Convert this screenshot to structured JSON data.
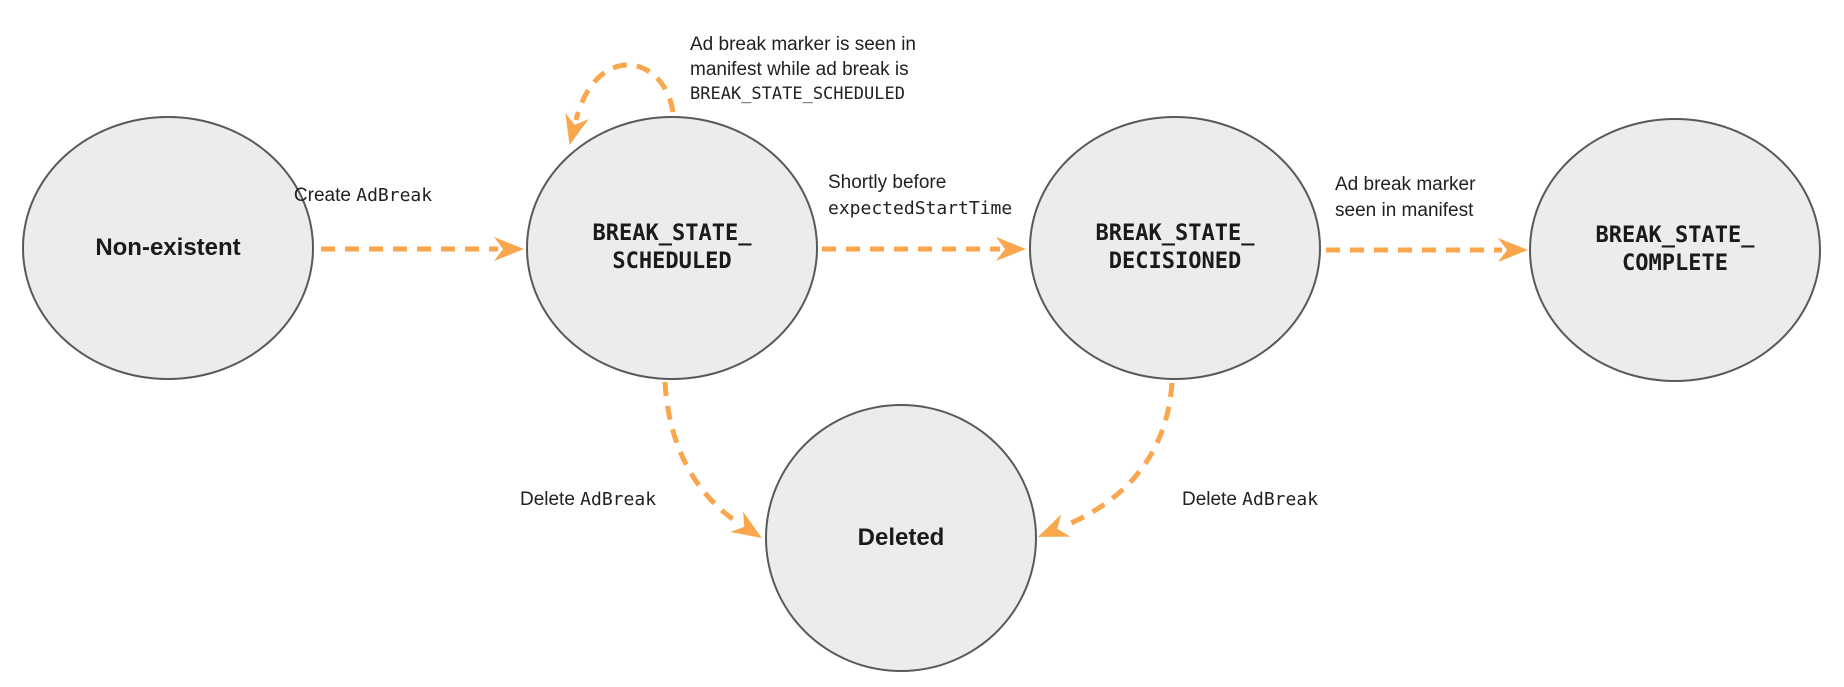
{
  "diagram": {
    "states": {
      "non_existent": {
        "label": "Non-existent"
      },
      "scheduled": {
        "line1": "BREAK_STATE_",
        "line2": "SCHEDULED"
      },
      "decisioned": {
        "line1": "BREAK_STATE_",
        "line2": "DECISIONED"
      },
      "complete": {
        "line1": "BREAK_STATE_",
        "line2": "COMPLETE"
      },
      "deleted": {
        "label": "Deleted"
      }
    },
    "transitions": {
      "create": {
        "plain": "Create ",
        "code": "AdBreak"
      },
      "self_loop": {
        "line1": "Ad break marker is seen in",
        "line2": "manifest while ad break is",
        "line3_code": "BREAK_STATE_SCHEDULED"
      },
      "decision": {
        "line1": "Shortly before",
        "line2_code": "expectedStartTime"
      },
      "complete": {
        "line1": "Ad break marker",
        "line2": "seen in manifest"
      },
      "delete_left": {
        "plain": "Delete ",
        "code": "AdBreak"
      },
      "delete_right": {
        "plain": "Delete ",
        "code": "AdBreak"
      }
    },
    "colors": {
      "arrow": "#F9A64D",
      "node_fill": "#ECECEC",
      "node_border": "#595959",
      "text": "#1E1E1E"
    }
  }
}
